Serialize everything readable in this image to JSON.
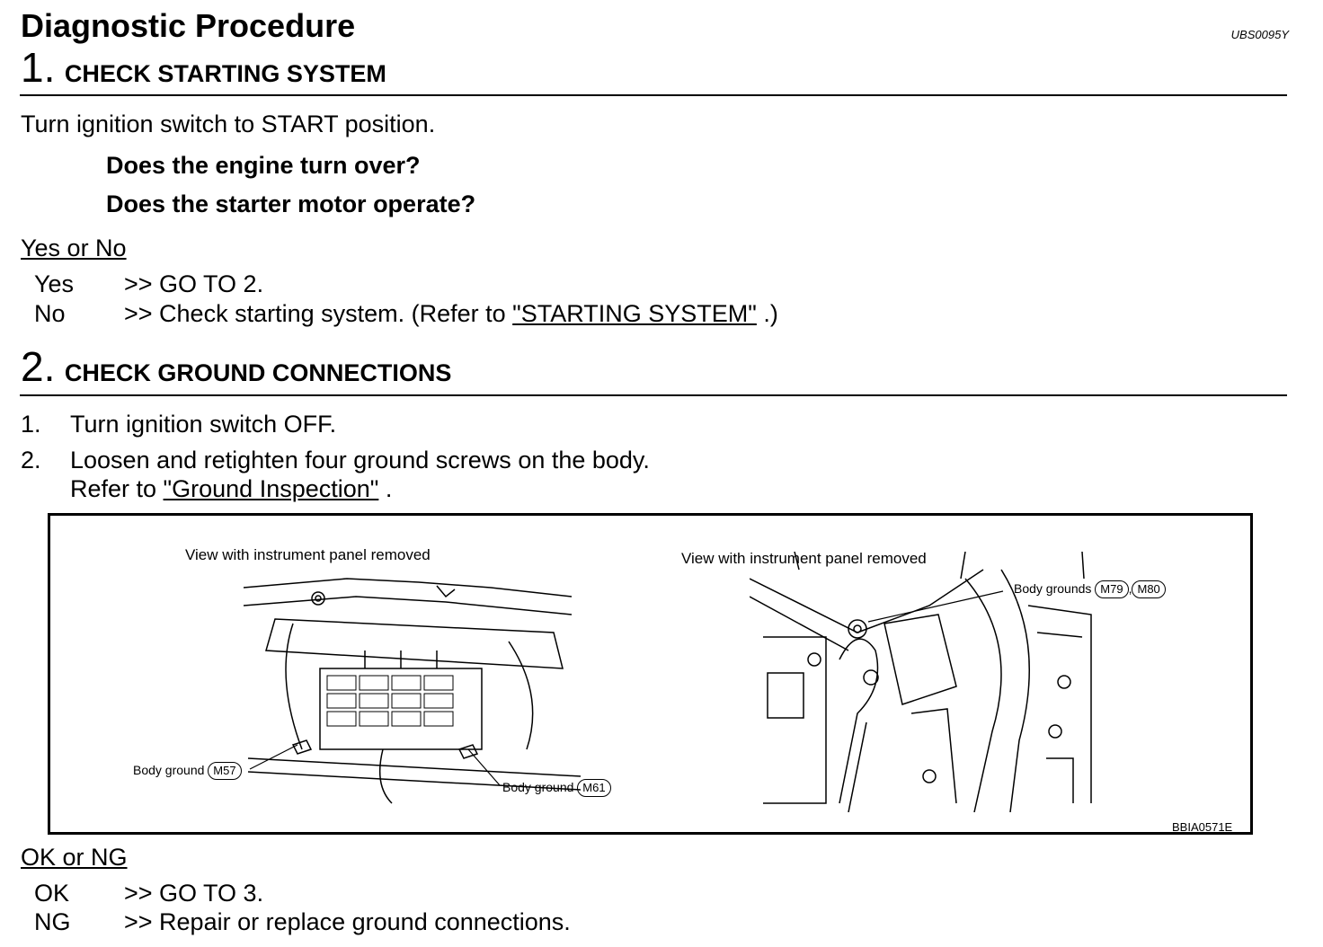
{
  "header": {
    "title": "Diagnostic Procedure",
    "doc_id": "UBS0095Y"
  },
  "step1": {
    "number": "1.",
    "heading": "CHECK STARTING SYSTEM",
    "instruction": "Turn ignition switch to START position.",
    "question1": "Does the engine turn over?",
    "question2": "Does the starter motor operate?",
    "answer_label": "Yes or No",
    "yes_label": "Yes",
    "yes_action": ">> GO TO 2.",
    "no_label": "No",
    "no_action_prefix": ">> Check starting system. (Refer to ",
    "no_action_link": "\"STARTING SYSTEM\"",
    "no_action_suffix": " .)"
  },
  "step2": {
    "number": "2.",
    "heading": "CHECK GROUND CONNECTIONS",
    "item1_num": "1.",
    "item1_text": "Turn ignition switch OFF.",
    "item2_num": "2.",
    "item2_text": "Loosen and retighten four ground screws on the body.",
    "item2_refer_prefix": "Refer to ",
    "item2_refer_link": "\"Ground Inspection\"",
    "item2_refer_suffix": " .",
    "answer_label": "OK or NG",
    "ok_label": "OK",
    "ok_action": ">> GO TO 3.",
    "ng_label": "NG",
    "ng_action": ">> Repair or replace ground connections."
  },
  "figure": {
    "left_caption": "View with instrument panel removed",
    "right_caption": "View with instrument panel removed",
    "left_ground1_label": "Body ground",
    "left_ground1_connector": "M57",
    "left_ground2_label": "Body ground",
    "left_ground2_connector": "M61",
    "right_ground_label": "Body grounds",
    "right_ground_connector1": "M79",
    "right_ground_separator": ",",
    "right_ground_connector2": "M80",
    "figure_id": "BBIA0571E"
  }
}
